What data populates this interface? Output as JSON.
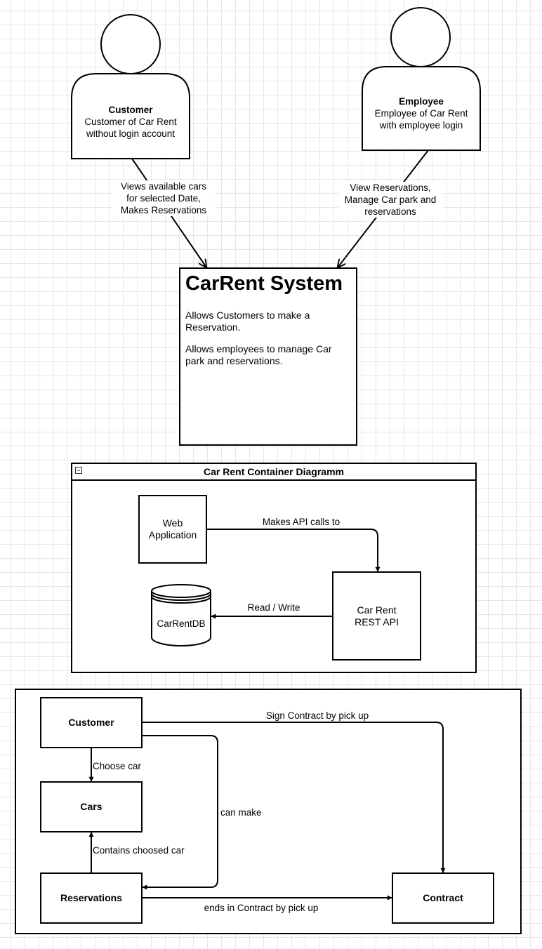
{
  "actors": {
    "customer": {
      "name": "Customer",
      "line1": "Customer of Car Rent",
      "line2": "without login account"
    },
    "employee": {
      "name": "Employee",
      "line1": "Employee of Car Rent",
      "line2": "with employee login"
    }
  },
  "edges_context": {
    "customer_line1": "Views available cars",
    "customer_line2": "for selected Date,",
    "customer_line3": "Makes Reservations",
    "employee_line1": "View Reservations,",
    "employee_line2": "Manage Car park and",
    "employee_line3": "reservations"
  },
  "system": {
    "title": "CarRent System",
    "desc1": "Allows Customers to make a Reservation.",
    "desc2": "Allows employees to manage Car park and reservations."
  },
  "container": {
    "title": "Car Rent Container Diagramm",
    "collapse_symbol": "−",
    "web_app": "Web Application",
    "api_line1": "Car Rent",
    "api_line2": "REST API",
    "db": "CarRentDB",
    "edge_api": "Makes API calls to",
    "edge_db": "Read / Write"
  },
  "flow": {
    "customer": "Customer",
    "cars": "Cars",
    "reservations": "Reservations",
    "contract": "Contract",
    "edge_sign": "Sign Contract by pick up",
    "edge_choose": "Choose car",
    "edge_can_make": "can make",
    "edge_contains": "Contains choosed car",
    "edge_ends": "ends in Contract by  pick up"
  }
}
